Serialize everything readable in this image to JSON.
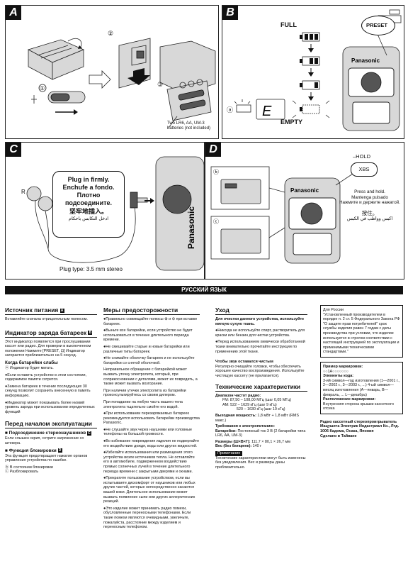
{
  "panels": {
    "a": {
      "tag": "A",
      "step1": "①",
      "step2": "②",
      "step3": "③",
      "battery_caption": "Two LR6, AA, UM-3 batteries  (not included)"
    },
    "b": {
      "tag": "B",
      "full": "FULL",
      "empty": "EMPTY",
      "preset": "PRESET",
      "display_char": "E",
      "circled_a": "ⓐ"
    },
    "c": {
      "tag": "C",
      "plug_lines": [
        "Plug in firmly.",
        "Enchufe a fondo.",
        "Плотно",
        "подсоедините.",
        "坚牢地插入。",
        "ادخل التكابس باحكام"
      ],
      "r_label": "R",
      "l_label": "L",
      "plug_type": "Plug type: 3.5 mm stereo"
    },
    "d": {
      "tag": "D",
      "hold": "HOLD",
      "xbs": "XBS",
      "press_lines": [
        "Press and hold.",
        "Mantenga pulsado",
        "Нажмите и держите нажатой."
      ],
      "press_cjk": "按住。",
      "press_ar": "اكبس وواظب في الكبس",
      "circled_b": "ⓑ",
      "circled_c": "ⓒ"
    },
    "brand": "Panasonic"
  },
  "banner": "РУССКИЙ ЯЗЫК",
  "col1": {
    "power_title": "Источник питания",
    "power_tag": "A",
    "power_text": "Вставляйте сначала отрицательным полюсом.",
    "battery_title": "Индикатор заряда батареек",
    "battery_tag": "B",
    "battery_text": "Этот индикатор появляется при прослушивании кассет или радио. Для проверки в выключенном положении Нажмите [PRESET, ⊡] Индикатор загорается приблизительно на 5 секунд.",
    "weak_title": "Когда батарейки слабы",
    "weak_item": "ⓐ  Индикатор будет мигать.",
    "bullets": [
      "●Если оставить устройство в этом состоянии, содержимое памяти сотрется.",
      "●Замена батареек в течение последующих 30 секунд позволит сохранить внесенную в память информацию.",
      "●Индикатор может показывать более низкий уровень заряда при использовании определенных функций"
    ],
    "before_title": "Перед началом эксплуатации",
    "headphones_title": "Подсоединение стереонаушников",
    "headphones_tag": "C",
    "headphones_text": "Если слышен скрип, сотрите загрязнение со штекера.",
    "lock_title": "Функция блокировки",
    "lock_tag": "D",
    "lock_text": "Эта функция предотвращает нажатие органов управления устройства по ошибке.",
    "lock_items": [
      "ⓑ  В состоянии блокировки",
      "ⓒ  Разблокировать"
    ]
  },
  "col2": {
    "title": "Меры предосторожности",
    "items": [
      "●Правильно совмещайте полюсы ⊕ и ⊖ при вставке батареек.",
      "●Выньте все батарейки, если устройство не будет использоваться в течение длительного периода времени.",
      "●Не смешивайте старые и новые батарейки или различные типы батареек.",
      "●Не снимайте оболочку батареек и не используйте батарейки со снятой оболочкой.",
      "Неправильное обращение с батарейкой может вызвать утечку электролита, который, при соприкосновении с деталями, может их повредить, а также может вызвать возгорание.",
      "При наличии утечки электролита из батарейки проконсультируйтесь со своим дилером.",
      "При попадании на любую часть вашего тела электролита тщательно смойте его водой.",
      "●При использовании перезаряжаемых батареек рекомендуется использовать батарейки производства Panasonic.",
      "●Не слушайте звук через наушники или головные телефоны на большой громкости.",
      "●Во избежание повреждения изделия не подвергайте его воздействию дождя, воды или других жидкостей.",
      "●Избегайте использования или размещения этого устройства возле источников тепла. Не оставляйте его в автомобиле, подверженном воздействию прямых солнечных лучей в течение длительного периода времени с закрытыми дверями и окнами.",
      "●Прекратите пользование устройством, если вы испытываете дискомфорт от наушников или любых других частей, которые непосредственно касаются вашей кожи. Длительное использование может вызвать появление сыпи или других аллергических реакций.",
      "●Это изделие может принимать радио помехи, обусловленные переносными телефонами. Если такие помехи являются очевидными, увеличьте, пожалуйста, расстояние между изделием и переносным телефоном."
    ]
  },
  "col3": {
    "care_title": "Уход",
    "care_sub": "Для очистки данного устройства, используйте мягкую сухую ткань.",
    "care_items": [
      "●Никогда не используйте спирт, растворитель для краски или бензин для чистки устройства.",
      "●Перед использованием химически обработанной ткани внимательно прочитайте инструкции по применению этой ткани."
    ],
    "sound_title": "Чтобы звук оставался чистым",
    "sound_text": "Регулярно очищайте головки, чтобы обеспечить хорошее качество воспроизведения. Используйте чистящую кассету (не прилагается).",
    "spec_title": "Технические характеристики",
    "spec_range_label": "Диапазон частот радио:",
    "spec_fm": "FM:  87,50 – 108,00 МГц (шаг 0,05 МГц)",
    "spec_am": "AM:  522 – 1629 кГц (шаг 9 кГц)",
    "spec_am2": "520 – 1630 кГц (шаг 10 кГц)",
    "spec_out_label": "Выходная мощность:",
    "spec_out": "1,8 мВт + 1,8 мВт (RMS макс.)",
    "spec_power_label": "Требования к электропитанию:",
    "spec_batt_label": "Батарейки:",
    "spec_batt": "Постоянный ток 3 В (2 батарейки типа LR6, AA, UM-3)",
    "spec_size_label": "Размеры (Ш×В×Г):",
    "spec_size": "111,7 × 80,1 × 26,7 мм",
    "spec_weight_label": "Вес (без батареек):",
    "spec_weight": "140 г",
    "note_label": "Примечание",
    "note_text": "Технические характеристики могут быть изменены без уведомления. Вес и размеры даны приблизительно."
  },
  "col4": {
    "russia_title": "Для России",
    "russia_text": "\"Установленный производителем в порядке п. 2 ст. 5 Федерального Закона РФ \"О защите прав потребителей\" срок службы изделия равен 7 годам с даты производства при условии, что изделие используется в строгом соответствии с настоящей инструкцией по эксплуатации и применимыми техническими стандартами.\"",
    "marking_title": "Пример маркировки:",
    "marking_value": "○○1A○○○○○○○",
    "code_title": "Элементы кода:",
    "code_text": "3-ий символ—год изготовления (1—2001 г., 2—2002 г., 3—2003 г., ...) 4-ый символ—месяц изготовления (A—январь, B—февраль, ... L—декабрь)",
    "place_title": "Расположение маркировки:",
    "place_text": "Внутренняя сторона крышки кассетного отсека",
    "maker_lines": [
      "Радио кассетный стереопроигрыватель",
      "Мацушита Электрик Индастриал Ко., Лтд.",
      "1006 Кадома, Осака, Япония",
      "Сделано в Тайване"
    ]
  }
}
